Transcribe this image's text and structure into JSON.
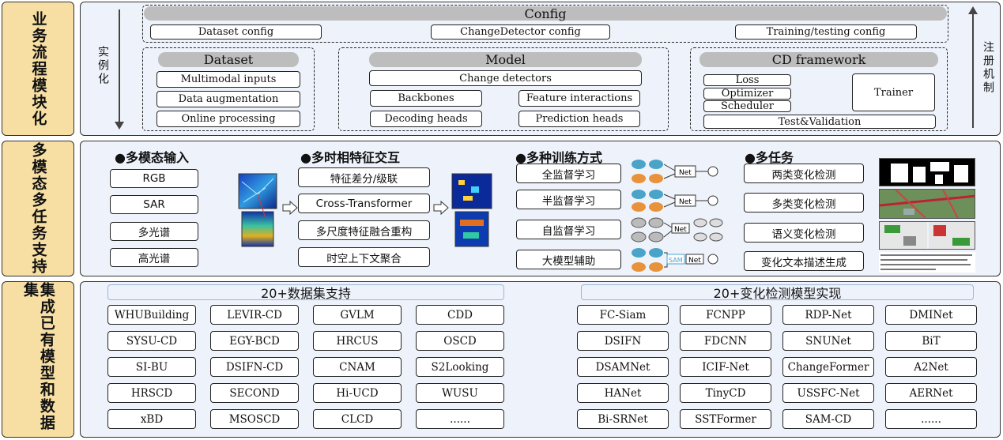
{
  "left_labels": [
    "业务流程模块化",
    "多模态多任务支持",
    "集成已有模型和数据集"
  ],
  "row1": {
    "instantiate_label": "实例化",
    "register_label": "注册机制",
    "config": {
      "title": "Config",
      "items": [
        "Dataset config",
        "ChangeDetector config",
        "Training/testing config"
      ]
    },
    "dataset": {
      "title": "Dataset",
      "items": [
        "Multimodal inputs",
        "Data augmentation",
        "Online processing"
      ]
    },
    "model": {
      "title": "Model",
      "change_detectors": "Change detectors",
      "items": [
        "Backbones",
        "Feature interactions",
        "Decoding heads",
        "Prediction heads"
      ]
    },
    "cd_framework": {
      "title": "CD framework",
      "items": [
        "Loss",
        "Optimizer",
        "Scheduler"
      ],
      "trainer": "Trainer",
      "test_validation": "Test&Validation"
    }
  },
  "row2": {
    "modal": {
      "title": "●多模态输入",
      "items": [
        "RGB",
        "SAR",
        "多光谱",
        "高光谱"
      ]
    },
    "feature": {
      "title": "●多时相特征交互",
      "items": [
        "特征差分/级联",
        "Cross-Transformer",
        "多尺度特征融合重构",
        "时空上下文聚合"
      ]
    },
    "training": {
      "title": "●多种训练方式",
      "items": [
        "全监督学习",
        "半监督学习",
        "自监督学习",
        "大模型辅助"
      ],
      "net_label": "Net",
      "sam_label": "SAM"
    },
    "task": {
      "title": "●多任务",
      "items": [
        "两类变化检测",
        "多类变化检测",
        "语义变化检测",
        "变化文本描述生成"
      ]
    }
  },
  "row3": {
    "datasets_header": "20+数据集支持",
    "models_header": "20+变化检测模型实现",
    "datasets": [
      [
        "WHUBuilding",
        "LEVIR-CD",
        "GVLM",
        "CDD"
      ],
      [
        "SYSU-CD",
        "EGY-BCD",
        "HRCUS",
        "OSCD"
      ],
      [
        "SI-BU",
        "DSIFN-CD",
        "CNAM",
        "S2Looking"
      ],
      [
        "HRSCD",
        "SECOND",
        "Hi-UCD",
        "WUSU"
      ],
      [
        "xBD",
        "MSOSCD",
        "CLCD",
        "......"
      ]
    ],
    "models": [
      [
        "FC-Siam",
        "FCNPP",
        "RDP-Net",
        "DMINet"
      ],
      [
        "DSIFN",
        "FDCNN",
        "SNUNet",
        "BiT"
      ],
      [
        "DSAMNet",
        "ICIF-Net",
        "ChangeFormer",
        "A2Net"
      ],
      [
        "HANet",
        "TinyCD",
        "USSFC-Net",
        "AERNet"
      ],
      [
        "Bi-SRNet",
        "SSTFormer",
        "SAM-CD",
        "......"
      ]
    ]
  },
  "colors": {
    "label_bg": "#f7dfa4",
    "panel_bg": "#eef3fb",
    "bar_gray": "#bdbdbd",
    "node_blue": "#4aa3c8",
    "node_orange": "#e8923c"
  }
}
